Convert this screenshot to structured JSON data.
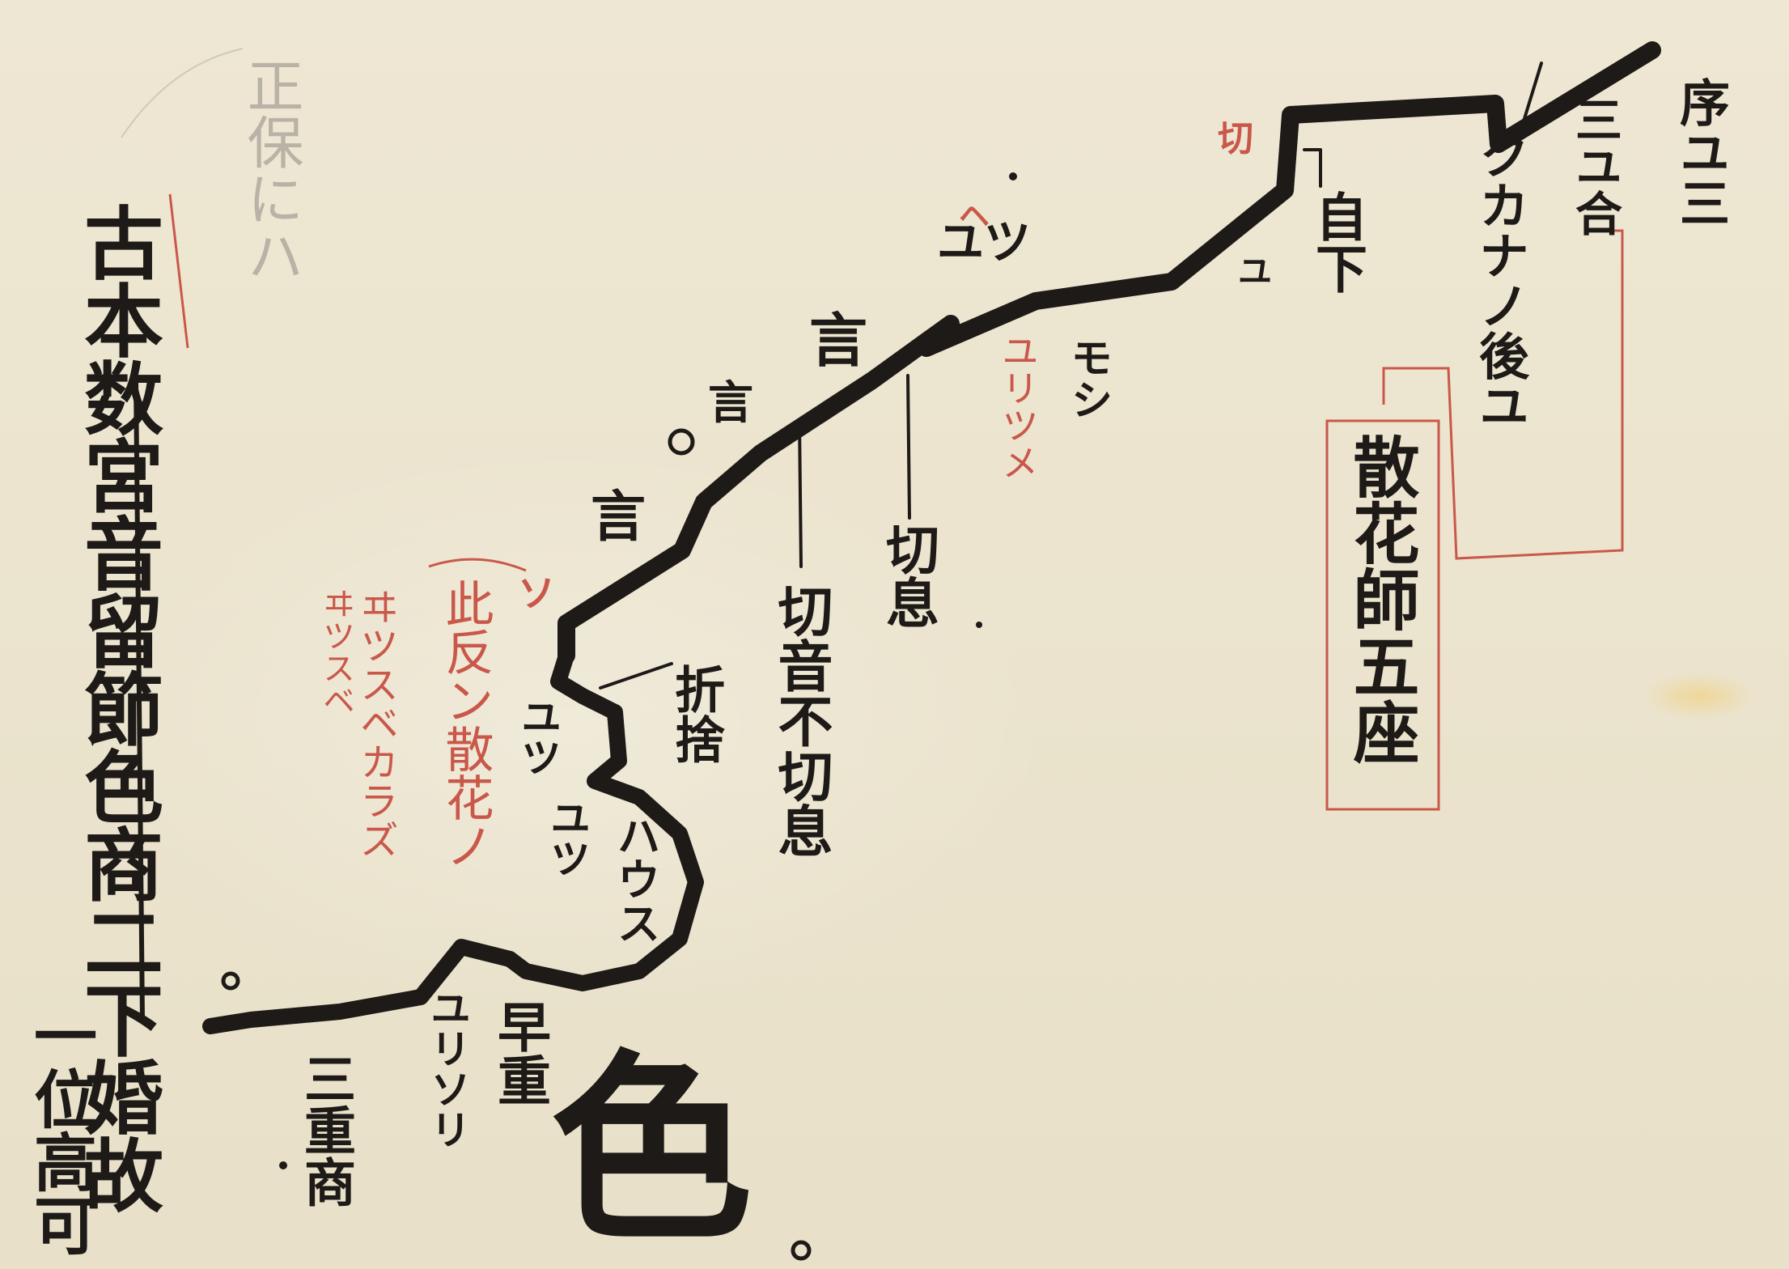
{
  "document": {
    "right_heading": "序ユ三",
    "right_column_1": "三ユ合",
    "right_column_2": "クカナノ後ユ",
    "jika": "自下",
    "box_text": "散花師五座",
    "left_column_1": "古本数宮音留節色商二下婚故",
    "left_column_2": "一位高可",
    "pencil_note": "正保にハ",
    "mark_kiri": "切",
    "mark_u": "ユ",
    "mark_yutsu_top": "ユツ",
    "mark_he": "ヘ",
    "mark_moshi": "モシ",
    "mark_yuritsume": "ユリツメ",
    "mark_kirisoku": "切息",
    "mark_kirioto": "切音不切息",
    "mark_seki1": "言",
    "mark_seki2": "言",
    "mark_seki3": "言",
    "mark_so": "ソ",
    "red_note_1": "此反ン散花ノ",
    "red_note_2": "ヰツスベカラズ",
    "red_note_3": "ヰツスベ",
    "mark_orisute": "折捨",
    "mark_yutsu_1": "ユツ",
    "mark_yutsu_2": "ユツ",
    "mark_wasu": "ハウス",
    "mark_yurisori": "ユリソリ",
    "mark_hayaju": "早重",
    "mark_sanjusho": "三重商",
    "big_character": "色"
  }
}
